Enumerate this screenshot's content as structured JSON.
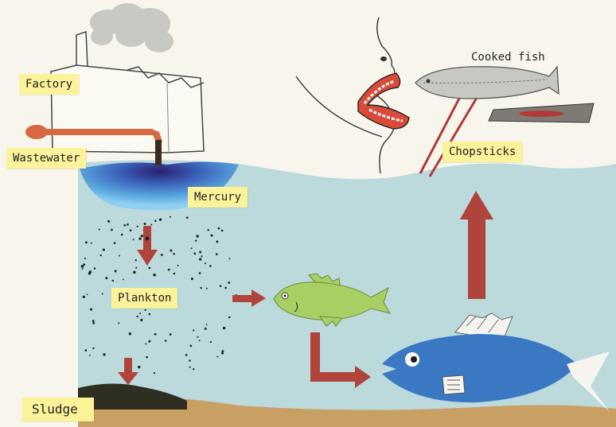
{
  "labels": {
    "factory": "Factory",
    "wastewater": "Wastewater",
    "mercury": "Mercury",
    "plankton": "Plankton",
    "sludge": "Sludge",
    "cooked_fish": "Cooked fish",
    "chopsticks": "Chopsticks"
  },
  "colors": {
    "sea": "#bcd9dc",
    "sediment": "#c9a064",
    "arrow": "#b0443a",
    "label_background": "#fbf39a",
    "small_fish": "#a8cf63",
    "large_fish": "#3b78c4",
    "mercury_plume": "#3a5fb8"
  },
  "icons": [
    "factory-icon",
    "smoke-icon",
    "pipe-icon",
    "person-face-icon",
    "cooked-fish-icon",
    "chopsticks-icon",
    "plate-icon",
    "small-fish-icon",
    "large-fish-icon",
    "plankton-dots-icon"
  ]
}
